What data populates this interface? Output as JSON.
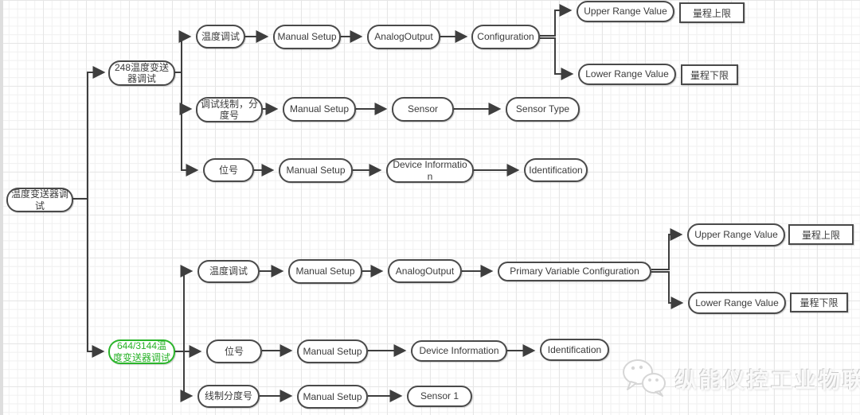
{
  "diagram": {
    "root": "温度变送器调试",
    "branch248": {
      "title": "248温度变送器调试",
      "temp_row": {
        "debug": "温度调试",
        "manual": "Manual Setup",
        "analog": "AnalogOutput",
        "config": "Configuration",
        "upper": "Upper Range Value",
        "upper_note": "量程上限",
        "lower": "Lower Range Value",
        "lower_note": "量程下限"
      },
      "sensor_row": {
        "debug": "调试线制，分度号",
        "manual": "Manual Setup",
        "sensor": "Sensor",
        "sensor_type": "Sensor Type"
      },
      "tag_row": {
        "tag": "位号",
        "manual": "Manual Setup",
        "device_info": "Device Information",
        "identification": "Identification"
      }
    },
    "branch644": {
      "title": "644/3144温度变送器调试",
      "temp_row": {
        "debug": "温度调试",
        "manual": "Manual Setup",
        "analog": "AnalogOutput",
        "config": "Primary Variable Configuration",
        "upper": "Upper Range Value",
        "upper_note": "量程上限",
        "lower": "Lower Range Value",
        "lower_note": "量程下限"
      },
      "tag_row": {
        "tag": "位号",
        "manual": "Manual Setup",
        "device_info": "Device Information",
        "identification": "Identification"
      },
      "sensor_row": {
        "debug": "线制分度号",
        "manual": "Manual Setup",
        "sensor": "Sensor 1"
      }
    }
  },
  "watermark": {
    "text": "纵能仪控工业物联",
    "icon": "wechat-icon"
  },
  "colors": {
    "node_border": "#4a4a4a",
    "connector": "#3e3e3e",
    "highlight_green": "#2bb52b",
    "grid": "#e6e6e6",
    "watermark_gray": "#d6d6d6"
  }
}
